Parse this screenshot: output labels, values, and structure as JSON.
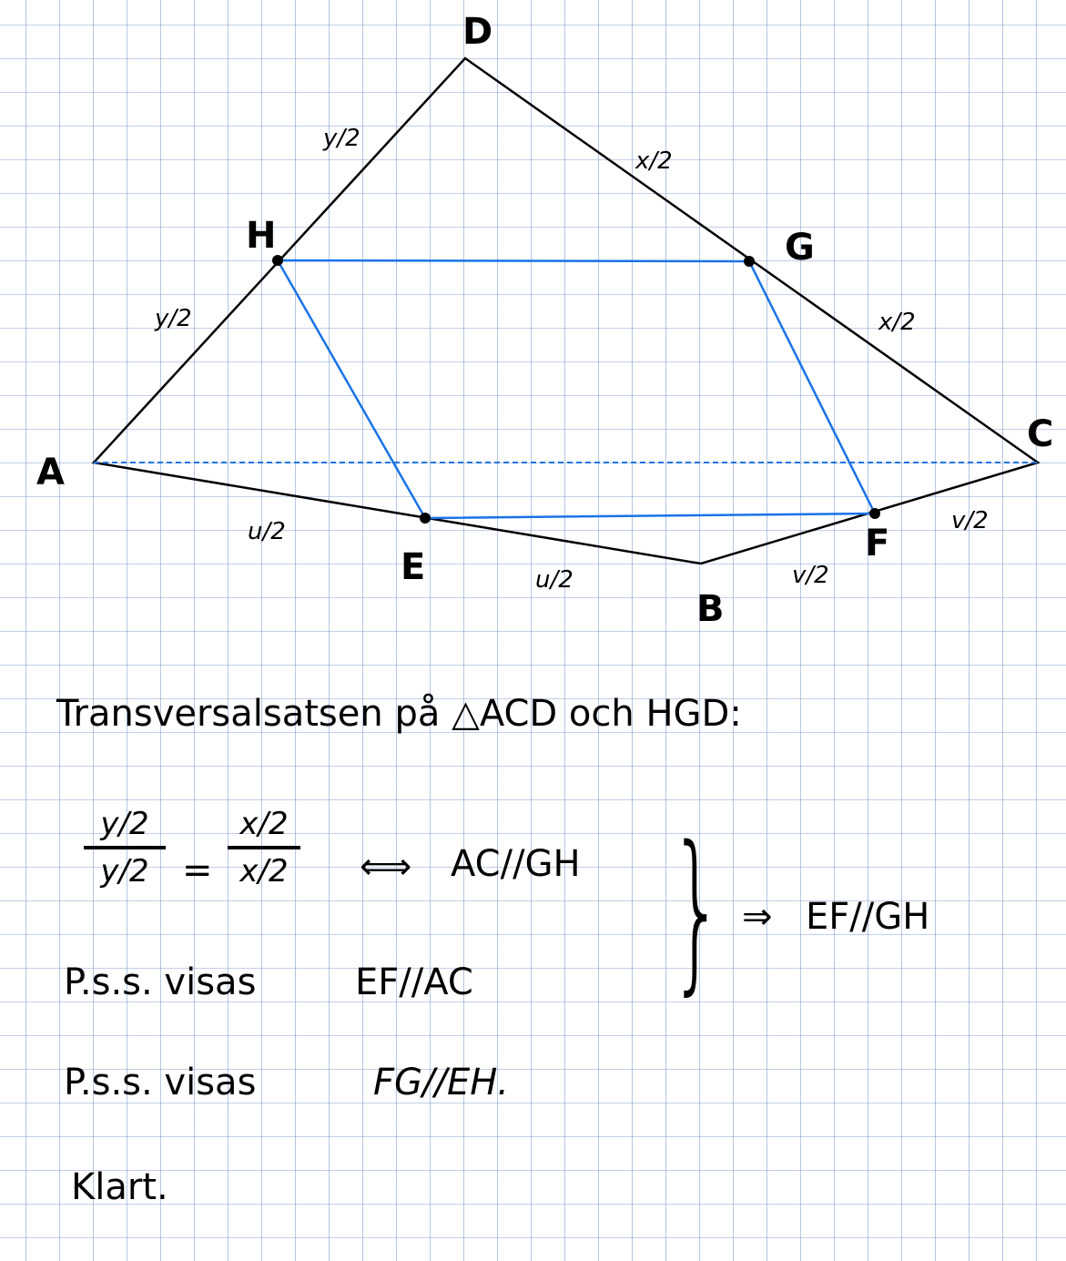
{
  "points": {
    "A": "A",
    "B": "B",
    "C": "C",
    "D": "D",
    "E": "E",
    "F": "F",
    "G": "G",
    "H": "H"
  },
  "segment_labels": {
    "DH": "y/2",
    "HA": "y/2",
    "DG": "x/2",
    "GC": "x/2",
    "AE": "u/2",
    "EB": "u/2",
    "BF": "v/2",
    "FC": "v/2"
  },
  "colors": {
    "quad": "#000000",
    "parallelogram": "#1a73e8"
  },
  "text": {
    "line1": "Transversalsatsen på △ACD och HGD:",
    "frac_left_num": "y/2",
    "frac_left_den": "y/2",
    "equals": "=",
    "frac_right_num": "x/2",
    "frac_right_den": "x/2",
    "iff": "⟺",
    "ac_gh": "AC//GH",
    "pss1": "P.s.s. visas",
    "ef_ac": "EF//AC",
    "brace": "}",
    "implies": "⇒",
    "ef_gh": "EF//GH",
    "pss2": "P.s.s. visas",
    "fg_eh": "FG//EH.",
    "done": "Klart."
  }
}
